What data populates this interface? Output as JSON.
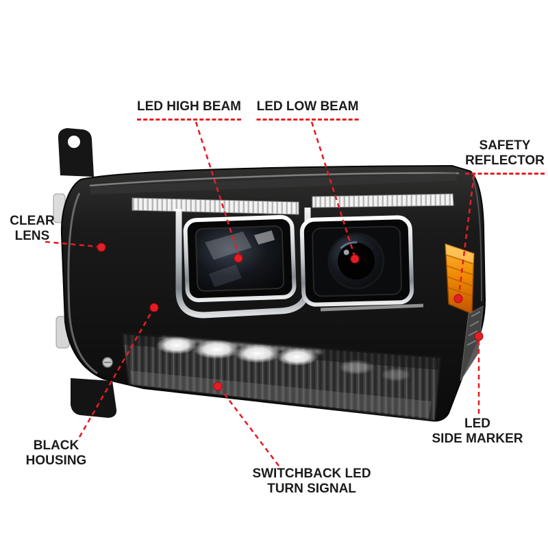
{
  "figure": {
    "background": "#ffffff",
    "subject": "projector-headlight",
    "style": "annotated-callout-diagram"
  },
  "colors": {
    "callout_red": "#e41e25",
    "label_text": "#1b1b1b",
    "housing_black": "#121212",
    "chrome_trim": "#d9dde1",
    "amber_reflector": "#f08b00"
  },
  "callouts": [
    {
      "id": "led-high-beam",
      "lines": [
        "LED HIGH BEAM"
      ],
      "target": "high-beam-projector"
    },
    {
      "id": "led-low-beam",
      "lines": [
        "LED LOW BEAM"
      ],
      "target": "low-beam-projector"
    },
    {
      "id": "safety-reflector",
      "lines": [
        "SAFETY",
        "REFLECTOR"
      ],
      "target": "amber-side-reflector"
    },
    {
      "id": "clear-lens",
      "lines": [
        "CLEAR",
        "LENS"
      ],
      "target": "lens-left-edge"
    },
    {
      "id": "black-housing",
      "lines": [
        "BLACK",
        "HOUSING"
      ],
      "target": "housing-body"
    },
    {
      "id": "switchback-led-turn-signal",
      "lines": [
        "SWITCHBACK LED",
        "TURN SIGNAL"
      ],
      "target": "turn-signal-strip"
    },
    {
      "id": "led-side-marker",
      "lines": [
        "LED",
        "SIDE MARKER"
      ],
      "target": "side-marker-lens"
    }
  ]
}
